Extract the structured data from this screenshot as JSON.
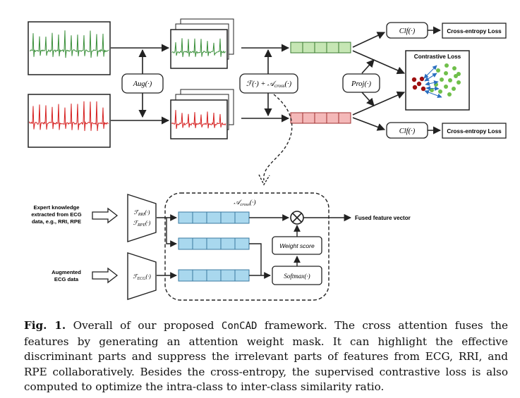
{
  "figure": {
    "aug_label": "Aug(·)",
    "fusion_label": "F(·) + Across(·)",
    "proj_label": "Proj(·)",
    "clf_top_label": "Clf(·)",
    "clf_bottom_label": "Clf(·)",
    "ce_loss_top": "Cross-entropy Loss",
    "ce_loss_bottom": "Cross-entropy Loss",
    "contrastive_loss": "Contrastive Loss",
    "expert_knowledge_lines": [
      "Expert knowledge",
      "extracted from ECG",
      "data, e.g., RRI, RPE"
    ],
    "augmented_lines": [
      "Augmented",
      "ECG data"
    ],
    "f_rri": "F RRI(·)",
    "f_rpe": "F RPE(·)",
    "f_ecg": "F ECG(·)",
    "across_label": "Across(·)",
    "weight_score": "Weight score",
    "softmax_label": "Softmax(·)",
    "fused_label": "Fused feature vector",
    "colors": {
      "green_signal": "#3a8f3a",
      "red_signal": "#d62020",
      "green_cells": "#c6e6b4",
      "red_cells": "#f4b8b8",
      "blue_cells": "#a9d8ee",
      "dot_red": "#9e1010",
      "dot_green": "#6fbf4a",
      "arrow_blue": "#2a6fc0"
    }
  },
  "caption": {
    "label": "Fig. 1.",
    "text_1": " Overall of our proposed ",
    "framework_name": "ConCAD",
    "text_2": " framework. The cross attention fuses the features by generating an attention weight mask. It can highlight the effective discriminant parts and suppress the irrelevant parts of features from ECG, RRI, and RPE collaboratively. Besides the cross-entropy, the supervised contrastive loss is also computed to optimize the intra-class to inter-class similarity ratio."
  }
}
